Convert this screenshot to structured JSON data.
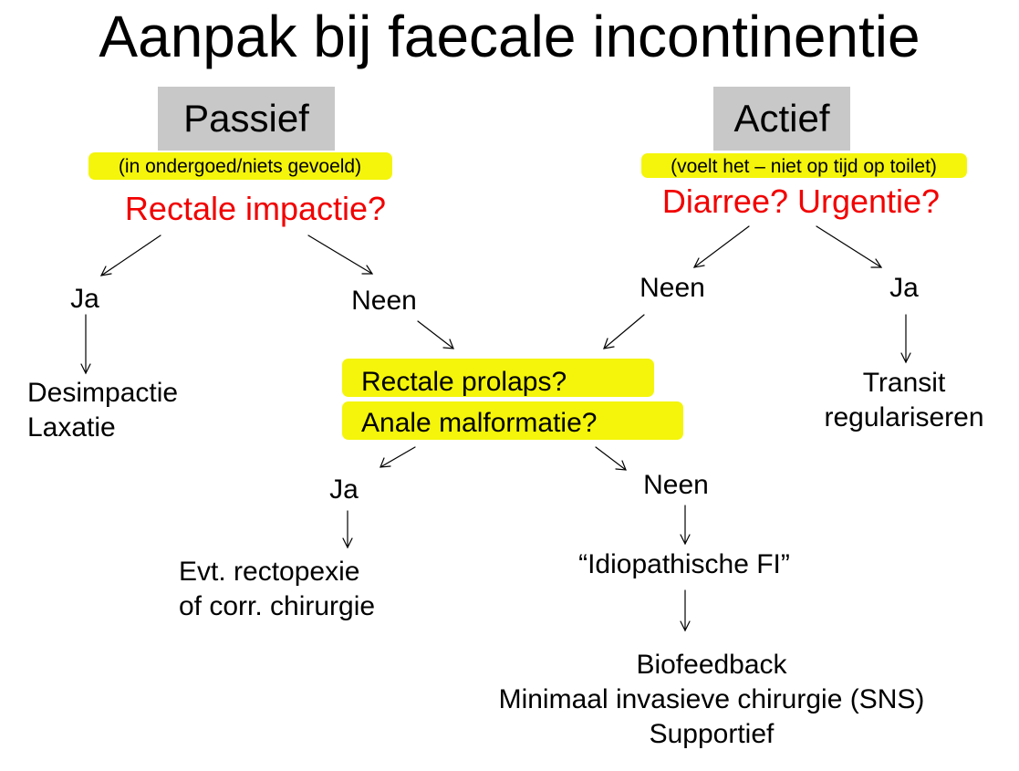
{
  "title": "Aanpak bij faecale incontinentie",
  "colors": {
    "highlight": "#f4f50a",
    "question": "#f20000",
    "header_box": "#c8c8c8",
    "text": "#000000"
  },
  "passive": {
    "label": "Passief",
    "note": "(in ondergoed/niets gevoeld)",
    "question": "Rectale impactie?",
    "yes_label": "Ja",
    "yes_action": [
      "Desimpactie",
      "Laxatie"
    ],
    "no_label": "Neen"
  },
  "active": {
    "label": "Actief",
    "note": "(voelt het – niet op tijd op toilet)",
    "question": "Diarree? Urgentie?",
    "no_label": "Neen",
    "yes_label": "Ja",
    "yes_action": [
      "Transit",
      "regulariseren"
    ]
  },
  "merge": {
    "question": [
      "Rectale prolaps?",
      "Anale malformatie?"
    ],
    "yes_label": "Ja",
    "yes_action": [
      "Evt. rectopexie",
      "of corr. chirurgie"
    ],
    "no_label": "Neen",
    "no_result": "“Idiopathische FI”",
    "treatments": [
      "Biofeedback",
      "Minimaal invasieve chirurgie (SNS)",
      "Supportief"
    ]
  }
}
